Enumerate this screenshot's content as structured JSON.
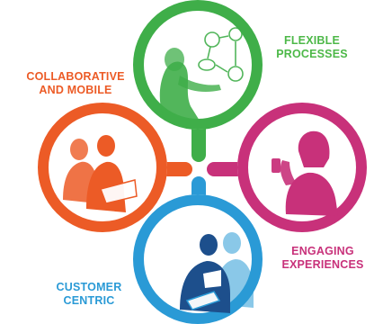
{
  "colors": {
    "green": "#3fae49",
    "orange": "#ec5b26",
    "magenta": "#c8317a",
    "blue": "#2a9ad6",
    "flexible_text": "#4db848",
    "collab_text": "#ec5b26",
    "engaging_text": "#c8317a",
    "customer_text": "#2a9ad6"
  },
  "labels": {
    "flexible": [
      "FLEXIBLE",
      "PROCESSES"
    ],
    "collaborative": [
      "COLLABORATIVE",
      "AND MOBILE"
    ],
    "engaging": [
      "ENGAGING",
      "EXPERIENCES"
    ],
    "customer": [
      "CUSTOMER",
      "CENTRIC"
    ]
  },
  "icons": {
    "top": "woman-drawing-flowchart-icon",
    "left": "women-with-laptop-icon",
    "right": "woman-with-phone-icon",
    "bottom": "business-people-with-tablet-icon"
  }
}
